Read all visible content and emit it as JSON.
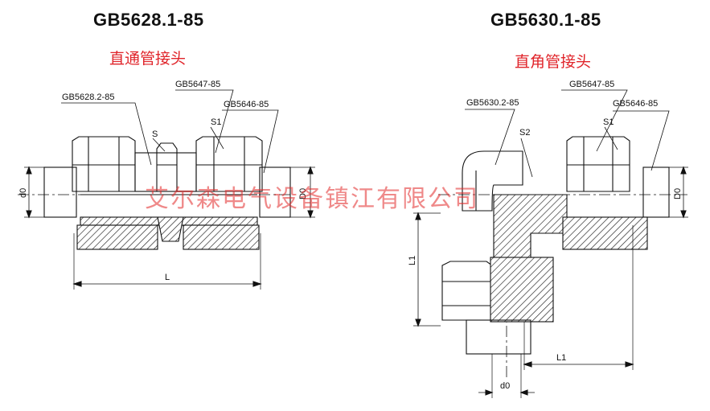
{
  "left": {
    "title": "GB5628.1-85",
    "subtitle": "直通管接头",
    "callouts": [
      "GB5628.2-85",
      "GB5647-85",
      "GB5646-85"
    ],
    "symbols": {
      "s": "S",
      "s1": "S1",
      "d0": "d0",
      "D0": "D0",
      "L": "L"
    }
  },
  "right": {
    "title": "GB5630.1-85",
    "subtitle": "直角管接头",
    "callouts": [
      "GB5630.2-85",
      "GB5647-85",
      "GB5646-85"
    ],
    "symbols": {
      "s2": "S2",
      "s1": "S1",
      "D0": "D0",
      "L1v": "L1",
      "L1h": "L1",
      "d0": "d0"
    }
  },
  "watermark": "艾尔森电气设备镇江有限公司"
}
